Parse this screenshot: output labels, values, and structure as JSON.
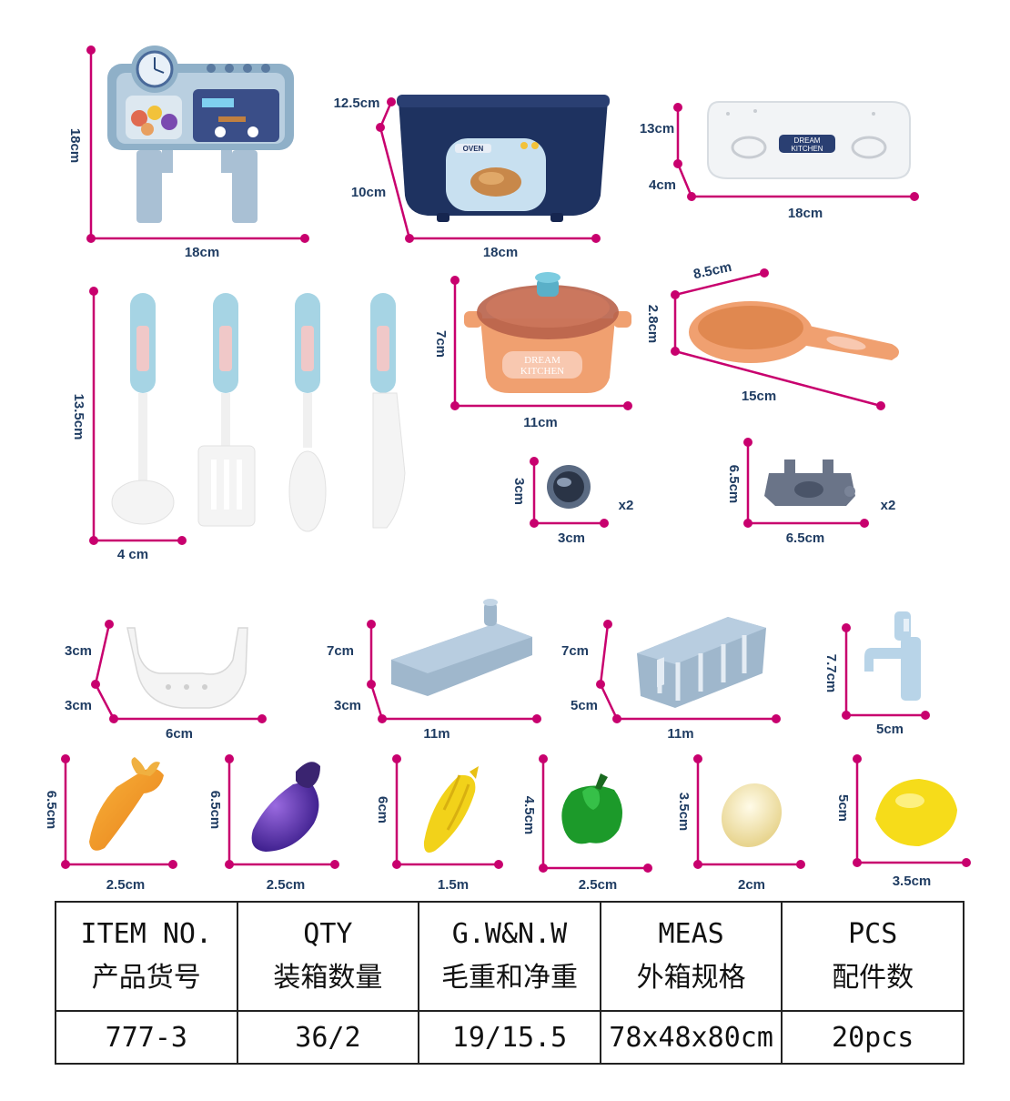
{
  "measurements": {
    "stove_height": "18cm",
    "stove_width": "18cm",
    "oven_depth": "12.5cm",
    "oven_height": "10cm",
    "oven_width": "18cm",
    "counter_depth": "13cm",
    "counter_height": "4cm",
    "counter_width": "18cm",
    "utensil_height": "13.5cm",
    "utensil_width": "4 cm",
    "pot_height": "7cm",
    "pot_width": "11cm",
    "pan_depth": "8.5cm",
    "pan_height": "2.8cm",
    "pan_width": "15cm",
    "knob_height": "3cm",
    "knob_width": "3cm",
    "knob_qty": "x2",
    "burner_height": "6.5cm",
    "burner_width": "6.5cm",
    "burner_qty": "x2",
    "rack_height": "3cm",
    "rack_depth": "3cm",
    "rack_width": "6cm",
    "sink_height": "7cm",
    "sink_depth": "3cm",
    "sink_width": "11m",
    "basket_height": "7cm",
    "basket_depth": "5cm",
    "basket_width": "11m",
    "faucet_height": "7.7cm",
    "faucet_width": "5cm",
    "carrot_height": "6.5cm",
    "carrot_width": "2.5cm",
    "eggplant_height": "6.5cm",
    "eggplant_width": "2.5cm",
    "corn_height": "6cm",
    "corn_width": "1.5m",
    "pepper_height": "4.5cm",
    "pepper_width": "2.5cm",
    "egg_height": "3.5cm",
    "egg_width": "2cm",
    "lemon_height": "5cm",
    "lemon_width": "3.5cm"
  },
  "product_text": {
    "oven_label": "OVEN",
    "brand_line1": "DREAM",
    "brand_line2": "KITCHEN"
  },
  "spec_table": {
    "headers": [
      {
        "en": "ITEM NO.",
        "zh": "产品货号"
      },
      {
        "en": "QTY",
        "zh": "装箱数量"
      },
      {
        "en": "G.W&N.W",
        "zh": "毛重和净重"
      },
      {
        "en": "MEAS",
        "zh": "外箱规格"
      },
      {
        "en": "PCS",
        "zh": "配件数"
      }
    ],
    "values": [
      "777-3",
      "36/2",
      "19/15.5",
      "78x48x80cm",
      "20pcs"
    ]
  },
  "colors": {
    "measure_line": "#c8006e",
    "label_text": "#1f3c62",
    "toy_blue": "#9fb7cc",
    "toy_navy": "#1e3260",
    "toy_orange": "#f0a070"
  }
}
